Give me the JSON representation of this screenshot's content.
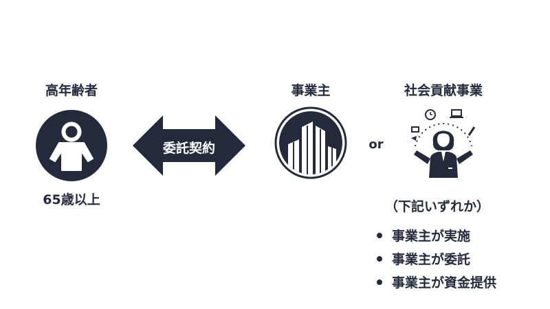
{
  "elderly": {
    "title": "高年齢者",
    "subtitle": "65歳以上",
    "icon": "person-icon"
  },
  "contract": {
    "label": "委託契約",
    "icon": "double-arrow-icon"
  },
  "employer": {
    "title": "事業主",
    "icon": "buildings-icon"
  },
  "connector": {
    "or": "or"
  },
  "social": {
    "title": "社会貢献事業",
    "icon": "multitasking-woman-icon",
    "note": "（下記いずれか）",
    "items": [
      "事業主が実施",
      "事業主が委託",
      "事業主が資金提供"
    ]
  },
  "colors": {
    "primary": "#222a3c",
    "background": "#ffffff"
  }
}
